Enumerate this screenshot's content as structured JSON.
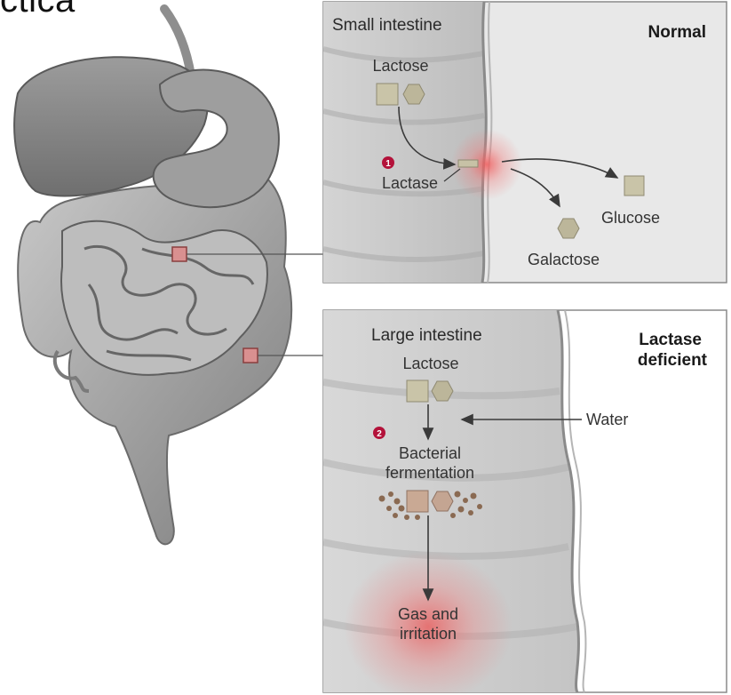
{
  "header": {
    "title_fragment": "ctica"
  },
  "panel_normal": {
    "location": "Small intestine",
    "condition": "Normal",
    "substrate": "Lactose",
    "step_number": "1",
    "enzyme": "Lactase",
    "product_1": "Glucose",
    "product_2": "Galactose"
  },
  "panel_deficient": {
    "location": "Large intestine",
    "condition_line1": "Lactase",
    "condition_line2": "deficient",
    "substrate": "Lactose",
    "water": "Water",
    "step_number": "2",
    "process_line1": "Bacterial",
    "process_line2": "fermentation",
    "result_line1": "Gas and",
    "result_line2": "irritation"
  },
  "colors": {
    "organ_gray": "#9a9a9a",
    "panel_left": "#cfcfcf",
    "panel_right": "#e6e6e6",
    "sugar_square": "#c7c2a6",
    "sugar_hex": "#bdb79b",
    "highlight_red": "#e85a5a",
    "marker_pink": "#d98c8c",
    "step_marker": "#b3123a",
    "bacteria": "#8a6a52"
  }
}
